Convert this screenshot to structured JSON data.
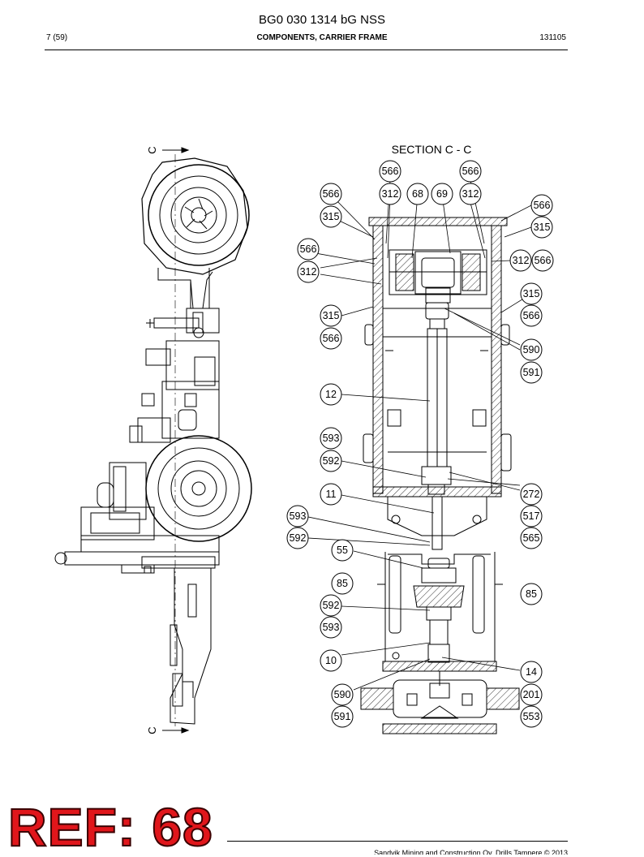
{
  "header": {
    "title": "BG0 030 1314 bG NSS",
    "page": "7 (59)",
    "section": "COMPONENTS, CARRIER FRAME",
    "date": "131105"
  },
  "drawing": {
    "section_label": "SECTION C - C",
    "cut_marker": "C",
    "callouts": [
      "566",
      "566",
      "566",
      "312",
      "68",
      "69",
      "312",
      "566",
      "315",
      "315",
      "566",
      "312",
      "312",
      "566",
      "315",
      "315",
      "566",
      "566",
      "590",
      "591",
      "12",
      "593",
      "592",
      "272",
      "11",
      "517",
      "593",
      "565",
      "592",
      "55",
      "85",
      "85",
      "592",
      "593",
      "10",
      "14",
      "590",
      "201",
      "591",
      "553"
    ]
  },
  "stamp": {
    "text": "REF: 68"
  },
  "footer": {
    "copyright": "Sandvik Mining and Construction Oy, Drills Tampere © 2013"
  }
}
